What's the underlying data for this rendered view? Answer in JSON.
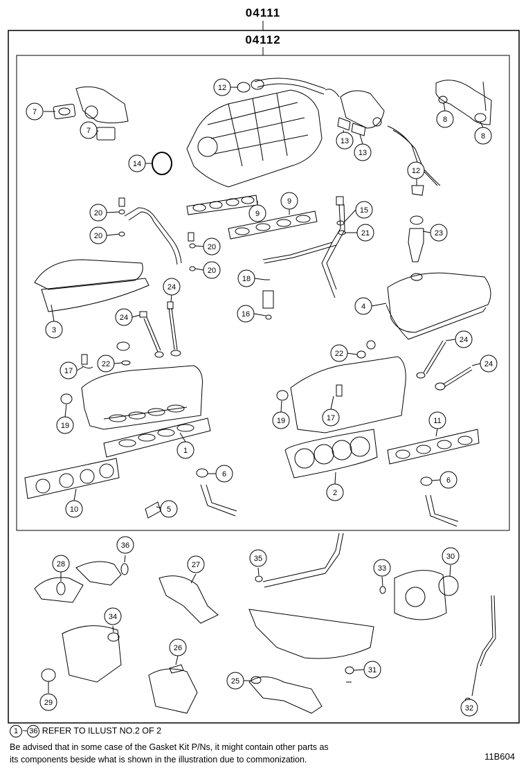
{
  "header": {
    "kit_number_outer": "04111",
    "kit_number_inner": "04112"
  },
  "callouts": [
    {
      "id": "c7a",
      "label": "7"
    },
    {
      "id": "c7b",
      "label": "7"
    },
    {
      "id": "c12a",
      "label": "12"
    },
    {
      "id": "c12b",
      "label": "12"
    },
    {
      "id": "c13a",
      "label": "13"
    },
    {
      "id": "c13b",
      "label": "13"
    },
    {
      "id": "c8a",
      "label": "8"
    },
    {
      "id": "c8b",
      "label": "8"
    },
    {
      "id": "c14",
      "label": "14"
    },
    {
      "id": "c9a",
      "label": "9"
    },
    {
      "id": "c9b",
      "label": "9"
    },
    {
      "id": "c20a",
      "label": "20"
    },
    {
      "id": "c20b",
      "label": "20"
    },
    {
      "id": "c20c",
      "label": "20"
    },
    {
      "id": "c20d",
      "label": "20"
    },
    {
      "id": "c15",
      "label": "15"
    },
    {
      "id": "c21",
      "label": "21"
    },
    {
      "id": "c23",
      "label": "23"
    },
    {
      "id": "c18",
      "label": "18"
    },
    {
      "id": "c16",
      "label": "16"
    },
    {
      "id": "c24a",
      "label": "24"
    },
    {
      "id": "c24b",
      "label": "24"
    },
    {
      "id": "c24c",
      "label": "24"
    },
    {
      "id": "c24d",
      "label": "24"
    },
    {
      "id": "c3",
      "label": "3"
    },
    {
      "id": "c4",
      "label": "4"
    },
    {
      "id": "c17a",
      "label": "17"
    },
    {
      "id": "c17b",
      "label": "17"
    },
    {
      "id": "c22a",
      "label": "22"
    },
    {
      "id": "c22b",
      "label": "22"
    },
    {
      "id": "c19a",
      "label": "19"
    },
    {
      "id": "c19b",
      "label": "19"
    },
    {
      "id": "c11",
      "label": "11"
    },
    {
      "id": "c1",
      "label": "1"
    },
    {
      "id": "c6a",
      "label": "6"
    },
    {
      "id": "c6b",
      "label": "6"
    },
    {
      "id": "c2",
      "label": "2"
    },
    {
      "id": "c10",
      "label": "10"
    },
    {
      "id": "c5",
      "label": "5"
    },
    {
      "id": "c36",
      "label": "36"
    },
    {
      "id": "c28",
      "label": "28"
    },
    {
      "id": "c27",
      "label": "27"
    },
    {
      "id": "c35",
      "label": "35"
    },
    {
      "id": "c33",
      "label": "33"
    },
    {
      "id": "c30",
      "label": "30"
    },
    {
      "id": "c34",
      "label": "34"
    },
    {
      "id": "c26",
      "label": "26"
    },
    {
      "id": "c29",
      "label": "29"
    },
    {
      "id": "c25",
      "label": "25"
    },
    {
      "id": "c31",
      "label": "31"
    },
    {
      "id": "c32",
      "label": "32"
    }
  ],
  "footer": {
    "range_start": "1",
    "range_sep": "~",
    "range_end": "36",
    "refer_text": "REFER TO ILLUST NO.2 OF 2",
    "advice_line1": "Be advised that in some case of the Gasket Kit P/Ns,  it might contain other parts as",
    "advice_line2": "its components beside what is shown in the illustration due to commonization.",
    "illustration_code": "11B604"
  }
}
